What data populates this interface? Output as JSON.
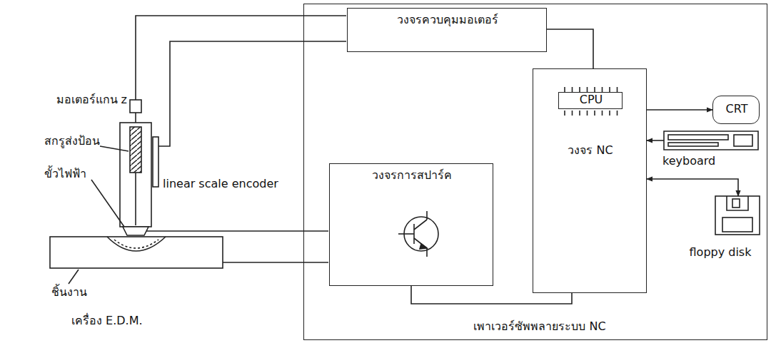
{
  "diagram": {
    "nodes": [
      {
        "text": [
          "เพาเวอร์ซัพพลายระบบ NC"
        ]
      },
      {
        "text": [
          "วงจรควบคุมมอเตอร์"
        ],
        "in": 0
      },
      {
        "text": [
          "วงจร NC"
        ],
        "in": 0
      },
      {
        "text": [
          "CPU"
        ],
        "in": 2
      },
      {
        "text": [
          "วงจรการสปาร์ค"
        ],
        "in": 0
      },
      {
        "text": [
          "CRT"
        ],
        "in": 0
      },
      {
        "text": [
          "keyboard"
        ],
        "in": 0
      },
      {
        "text": [
          "floppy disk"
        ],
        "in": 0
      }
    ],
    "edges": [
      {
        "from": 1,
        "to": 2,
        "arrow": "none"
      },
      {
        "from": 4,
        "to": 2,
        "arrow": "none"
      },
      {
        "from": 2,
        "to": 5,
        "arrow": "to"
      },
      {
        "from": 6,
        "to": 2,
        "arrow": "to"
      },
      {
        "from": 2,
        "to": 7,
        "arrow": "both"
      }
    ],
    "labels": [
      "มอเตอร์แกน z",
      "สกรูส่งป้อน",
      "ขั้วไฟฟ้า",
      "linear scale encoder",
      "ชิ้นงาน",
      "เครื่อง E.D.M."
    ]
  }
}
